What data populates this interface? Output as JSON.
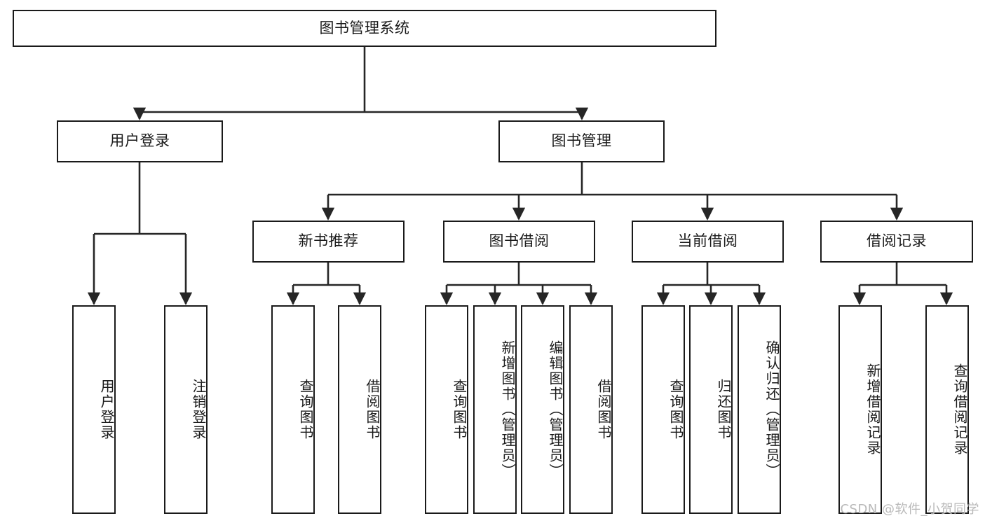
{
  "diagram": {
    "title": "图书管理系统",
    "type": "tree",
    "watermark": "CSDN @软件_小贺同学",
    "colors": {
      "box_border": "#1a1a1a",
      "box_fill": "#ffffff",
      "edge": "#262626",
      "text": "#1a1a1a",
      "watermark": "#b9b9b9",
      "background": "#ffffff"
    },
    "nodes": {
      "root": {
        "label": "图书管理系统",
        "orientation": "horizontal"
      },
      "level2": [
        {
          "id": "user-login",
          "label": "用户登录",
          "orientation": "horizontal"
        },
        {
          "id": "book-management",
          "label": "图书管理",
          "orientation": "horizontal"
        }
      ],
      "level3": [
        {
          "id": "new-book-recommend",
          "label": "新书推荐",
          "orientation": "horizontal"
        },
        {
          "id": "book-borrow",
          "label": "图书借阅",
          "orientation": "horizontal"
        },
        {
          "id": "current-borrow",
          "label": "当前借阅",
          "orientation": "horizontal"
        },
        {
          "id": "borrow-record",
          "label": "借阅记录",
          "orientation": "horizontal"
        }
      ],
      "leaves": {
        "user_login": [
          {
            "id": "leaf-user-login",
            "label": "用户登录",
            "orientation": "vertical"
          },
          {
            "id": "leaf-logout-login",
            "label": "注销登录",
            "orientation": "vertical"
          }
        ],
        "new_book_recommend": [
          {
            "id": "leaf-query-book-1",
            "label": "查询图书",
            "orientation": "vertical"
          },
          {
            "id": "leaf-borrow-book-1",
            "label": "借阅图书",
            "orientation": "vertical"
          }
        ],
        "book_borrow": [
          {
            "id": "leaf-query-book-2",
            "label": "查询图书",
            "orientation": "vertical"
          },
          {
            "id": "leaf-add-book",
            "label": "新增图书（管理员）",
            "orientation": "vertical"
          },
          {
            "id": "leaf-edit-book",
            "label": "编辑图书（管理员）",
            "orientation": "vertical"
          },
          {
            "id": "leaf-borrow-book-2",
            "label": "借阅图书",
            "orientation": "vertical"
          }
        ],
        "current_borrow": [
          {
            "id": "leaf-query-book-3",
            "label": "查询图书",
            "orientation": "vertical"
          },
          {
            "id": "leaf-return-book",
            "label": "归还图书",
            "orientation": "vertical"
          },
          {
            "id": "leaf-confirm-return",
            "label": "确认归还（管理员）",
            "orientation": "vertical"
          }
        ],
        "borrow_record": [
          {
            "id": "leaf-add-borrow-record",
            "label": "新增借阅记录",
            "orientation": "vertical"
          },
          {
            "id": "leaf-query-borrow-record",
            "label": "查询借阅记录",
            "orientation": "vertical"
          }
        ]
      }
    }
  }
}
